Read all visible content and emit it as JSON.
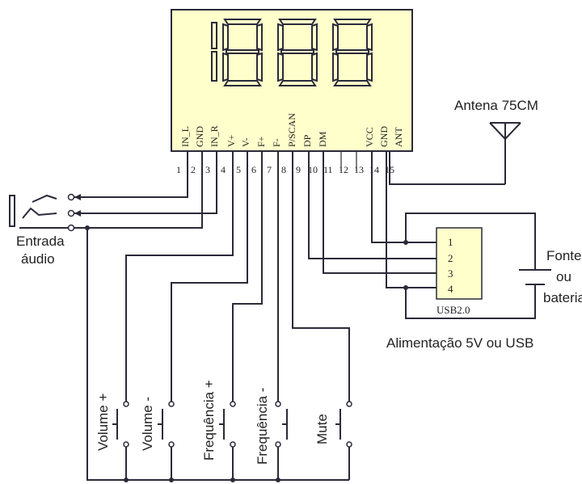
{
  "module": {
    "pins": [
      {
        "num": "1",
        "label": "IN_L"
      },
      {
        "num": "2",
        "label": "GND"
      },
      {
        "num": "3",
        "label": "IN_R"
      },
      {
        "num": "4",
        "label": "V+"
      },
      {
        "num": "5",
        "label": "V-"
      },
      {
        "num": "6",
        "label": "F+"
      },
      {
        "num": "7",
        "label": "F-"
      },
      {
        "num": "8",
        "label": "P/SCAN"
      },
      {
        "num": "9",
        "label": "DP"
      },
      {
        "num": "10",
        "label": "DM"
      },
      {
        "num": "11",
        "label": ""
      },
      {
        "num": "12",
        "label": ""
      },
      {
        "num": "13",
        "label": "VCC"
      },
      {
        "num": "14",
        "label": "GND"
      },
      {
        "num": "15",
        "label": "ANT"
      }
    ]
  },
  "antenna_label": "Antena 75CM",
  "audio_input_label": [
    "Entrada",
    "áudio"
  ],
  "usb": {
    "pins": [
      "1",
      "2",
      "3",
      "4"
    ],
    "label": "USB2.0"
  },
  "power_label": "Alimentação 5V ou USB",
  "battery_label": [
    "Fonte",
    "ou",
    "bateria"
  ],
  "buttons": [
    {
      "label": "Volume +"
    },
    {
      "label": "Volume -"
    },
    {
      "label": "Frequência +"
    },
    {
      "label": "Frequência -"
    },
    {
      "label": "Mute"
    }
  ]
}
